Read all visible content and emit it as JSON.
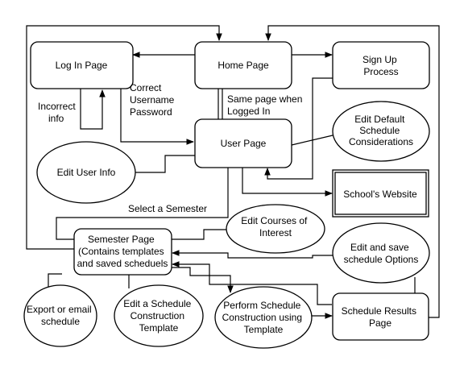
{
  "nodes": {
    "login": [
      "Log In Page"
    ],
    "home": [
      "Home Page"
    ],
    "signup": [
      "Sign Up",
      "Process"
    ],
    "user": [
      "User Page"
    ],
    "edit_default": [
      "Edit Default",
      "Schedule",
      "Considerations"
    ],
    "edit_user": [
      "Edit User Info"
    ],
    "school": [
      "School's Website"
    ],
    "edit_courses": [
      "Edit Courses of",
      "Interest"
    ],
    "semester": [
      "Semester Page",
      "(Contains templates",
      "and saved scheduels"
    ],
    "edit_save": [
      "Edit and save",
      "schedule Options"
    ],
    "export": [
      "Export or email",
      "schedule"
    ],
    "edit_template": [
      "Edit a Schedule",
      "Construction",
      "Template"
    ],
    "perform": [
      "Perform Schedule",
      "Construction using",
      "Template"
    ],
    "results": [
      "Schedule Results",
      "Page"
    ]
  },
  "edge_labels": {
    "correct": [
      "Correct",
      "Username",
      "Password"
    ],
    "incorrect": [
      "Incorrect",
      "info"
    ],
    "same_page": [
      "Same page when",
      "Logged In"
    ],
    "select_semester": [
      "Select a Semester"
    ]
  }
}
